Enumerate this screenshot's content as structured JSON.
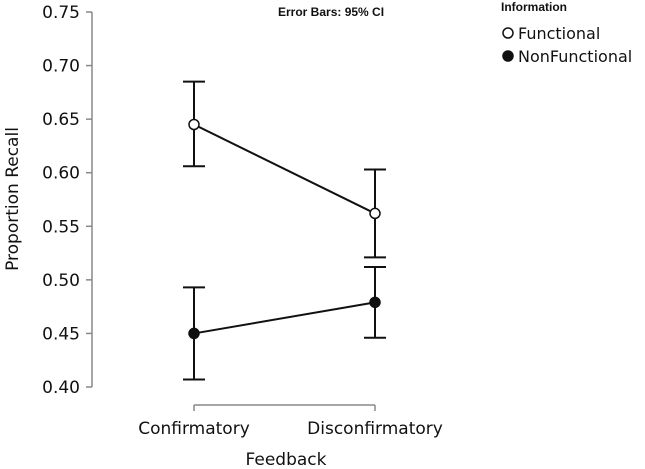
{
  "chart_data": {
    "type": "line",
    "title": "",
    "xlabel": "Feedback",
    "ylabel": "Proportion Recall",
    "categories": [
      "Confirmatory",
      "Disconfirmatory"
    ],
    "ylim": [
      0.4,
      0.75
    ],
    "yticks": [
      "0.40",
      "0.45",
      "0.50",
      "0.55",
      "0.60",
      "0.65",
      "0.70",
      "0.75"
    ],
    "note": "Error Bars: 95% CI",
    "legend_title": "Information",
    "legend_position": "top-right",
    "grid": false,
    "series": [
      {
        "name": "Functional",
        "marker": "open-circle",
        "color": "#111111",
        "values": [
          0.645,
          0.562
        ],
        "ci_low": [
          0.606,
          0.521
        ],
        "ci_high": [
          0.685,
          0.603
        ]
      },
      {
        "name": "NonFunctional",
        "marker": "filled-circle",
        "color": "#111111",
        "values": [
          0.45,
          0.479
        ],
        "ci_low": [
          0.407,
          0.446
        ],
        "ci_high": [
          0.493,
          0.512
        ]
      }
    ]
  }
}
